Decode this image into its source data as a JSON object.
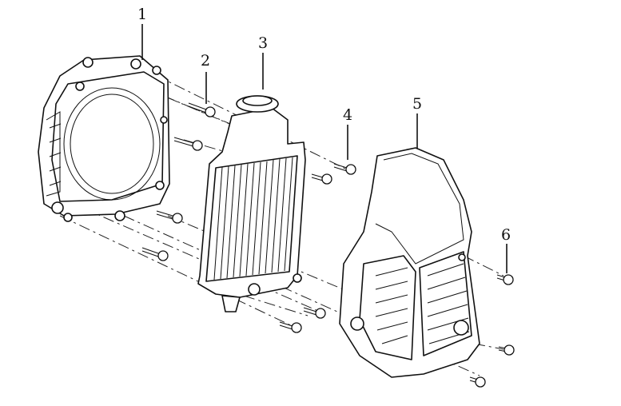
{
  "callouts": [
    {
      "id": "1",
      "text": "1"
    },
    {
      "id": "2",
      "text": "2"
    },
    {
      "id": "3",
      "text": "3"
    },
    {
      "id": "4",
      "text": "4"
    },
    {
      "id": "5",
      "text": "5"
    },
    {
      "id": "6",
      "text": "6"
    }
  ]
}
